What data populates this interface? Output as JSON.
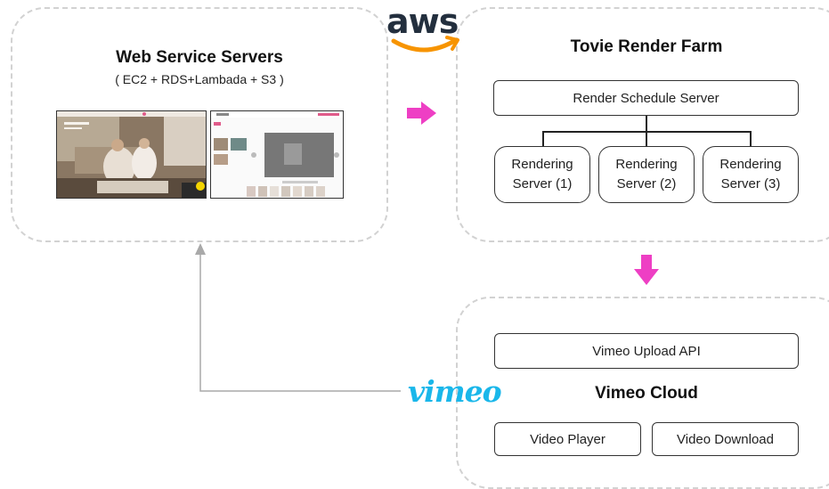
{
  "web_service": {
    "title": "Web Service Servers",
    "subtitle": "( EC2 + RDS+Lambada + S3 )"
  },
  "render_farm": {
    "title": "Tovie Render Farm",
    "schedule_server": "Render Schedule Server",
    "servers": [
      {
        "line1": "Rendering",
        "line2": "Server (1)"
      },
      {
        "line1": "Rendering",
        "line2": "Server (2)"
      },
      {
        "line1": "Rendering",
        "line2": "Server (3)"
      }
    ]
  },
  "vimeo_cloud": {
    "upload_api": "Vimeo  Upload  API",
    "title": "Vimeo Cloud",
    "player": "Video Player",
    "download": "Video Download"
  },
  "logos": {
    "aws": "aws",
    "vimeo": "vimeo"
  },
  "colors": {
    "pink_arrow": "#ee3fc4",
    "gray_arrow": "#a9a9a9",
    "aws_orange": "#f79400",
    "aws_dark": "#232f3e",
    "vimeo_blue": "#1ab7ea",
    "panel_border": "#d2d2d2"
  }
}
